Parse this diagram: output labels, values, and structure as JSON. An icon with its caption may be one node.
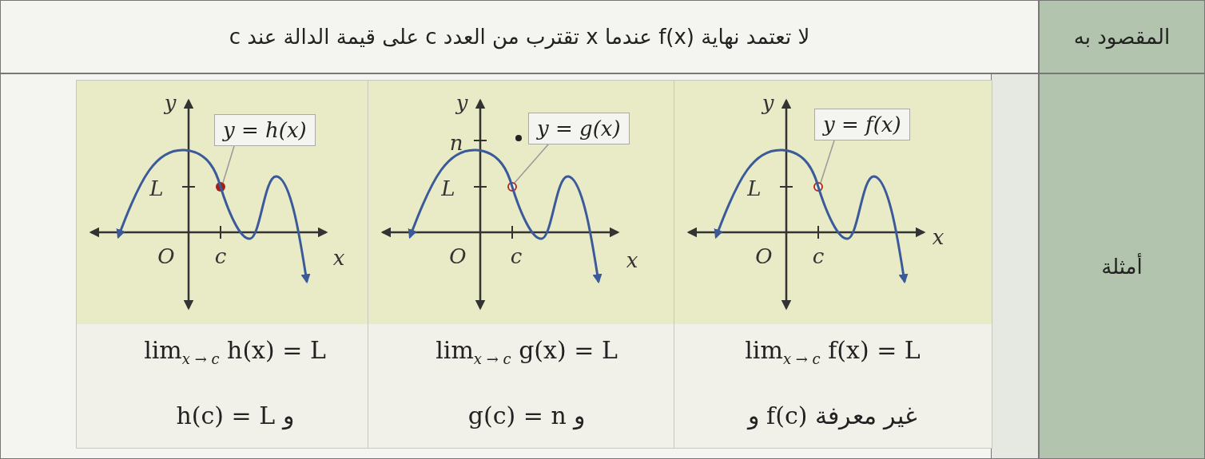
{
  "diagram": {
    "nodes": [
      {
        "text": [
          "y = h(x)"
        ]
      },
      {
        "text": [],
        "shape": "curve"
      },
      {
        "text": [
          "y = g(x)"
        ]
      },
      {
        "text": [],
        "shape": "curve"
      },
      {
        "text": [
          "y = f(x)"
        ]
      },
      {
        "text": [],
        "shape": "curve"
      }
    ],
    "edges": [
      {
        "from": 0,
        "to": 1,
        "arrow": "none"
      },
      {
        "from": 2,
        "to": 3,
        "arrow": "none"
      },
      {
        "from": 4,
        "to": 5,
        "arrow": "none"
      }
    ],
    "labels": [
      "لا تعتمد نهاية f(x) عندما x تقترب من العدد c على قيمة الدالة عند c",
      "المقصود به",
      "y",
      "L",
      "O",
      "c",
      "x",
      "lim$_{x → c}$ h(x) = L",
      "h(c) = L و",
      "y",
      "n",
      "L",
      "O",
      "c",
      "x",
      "lim$_{x → c}$ g(x) = L",
      "g(c) = n و",
      "y",
      "L",
      "O",
      "c",
      "x",
      "lim$_{x → c}$ f(x) = L",
      "و f(c) غير معرفة",
      "أمثلة"
    ]
  }
}
